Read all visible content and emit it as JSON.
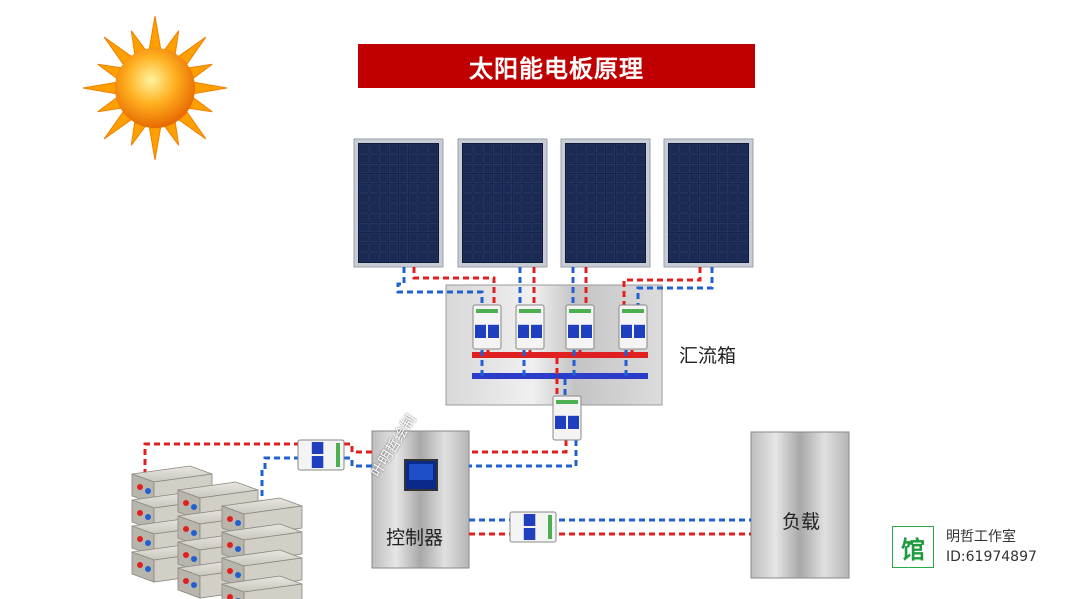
{
  "title": "太阳能电板原理",
  "labels": {
    "combiner_box": "汇流箱",
    "controller": "控制器",
    "load": "负载"
  },
  "watermark": {
    "logo_char": "馆",
    "studio": "明哲工作室",
    "id": "ID:61974897",
    "diagonal": "叶明哲绘制"
  },
  "colors": {
    "title_bg": "#c00000",
    "positive_wire": "#e02020",
    "negative_wire": "#2060d0",
    "panel_cell": "#1a2a55",
    "panel_frame": "#c8ccd4"
  },
  "panels": [
    {
      "id": "panel-1"
    },
    {
      "id": "panel-2"
    },
    {
      "id": "panel-3"
    },
    {
      "id": "panel-4"
    }
  ]
}
